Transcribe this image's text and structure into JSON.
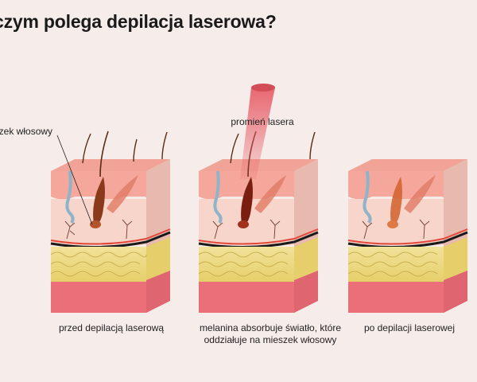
{
  "title": "czym polega depilacja laserowa?",
  "labels": {
    "follicle": "eszek włosowy",
    "laser_beam": "promień lasera"
  },
  "panels": [
    {
      "caption": "przed depilacją laserową"
    },
    {
      "caption": "melanina absorbuje światło, które oddziałuje na mieszek włosowy"
    },
    {
      "caption": "po depilacji laserowej"
    }
  ],
  "colors": {
    "background": "#f6ecea",
    "epidermis": "#f4a79a",
    "dermis": "#f8d5cb",
    "fat": "#ecd77c",
    "muscle": "#ea6f78",
    "side_shade": "#e8b9ae",
    "follicle": "#8a3a1a",
    "follicle_treated": "#d1602a",
    "laser": "#e8606a"
  }
}
